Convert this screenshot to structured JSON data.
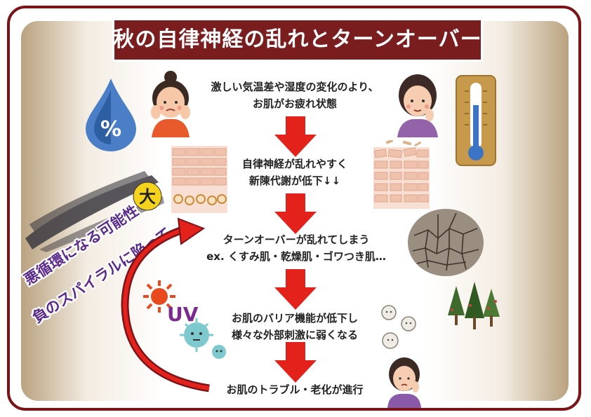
{
  "title": "秋の自律神経の乱れとターンオーバー",
  "steps": [
    {
      "line1": "激しい気温差や湿度の変化のより、",
      "line2": "お肌がお疲れ状態"
    },
    {
      "line1": "自律神経が乱れやすく",
      "line2": "新陳代謝が低下↓↓"
    },
    {
      "line1": "ターンオーバーが乱れてしまう",
      "line2": "ex. くすみ肌・乾燥肌・ゴワつき肌…"
    },
    {
      "line1": "お肌のバリア機能が低下し",
      "line2": "様々な外部刺激に弱くなる"
    },
    {
      "line1": "お肌のトラブル・老化が進行",
      "line2": ""
    }
  ],
  "side": {
    "big_badge": "大",
    "line1": "悪循環になる可能性",
    "line2": "負のスパイラルに陥って…"
  },
  "icons": {
    "humidity": "%",
    "uv": "UV"
  },
  "colors": {
    "title_bg": "#7a1d1f",
    "frame": "#7a1419",
    "arrow": "#e3231b",
    "side_text": "#5a2a8c",
    "badge": "#f5d21c"
  }
}
